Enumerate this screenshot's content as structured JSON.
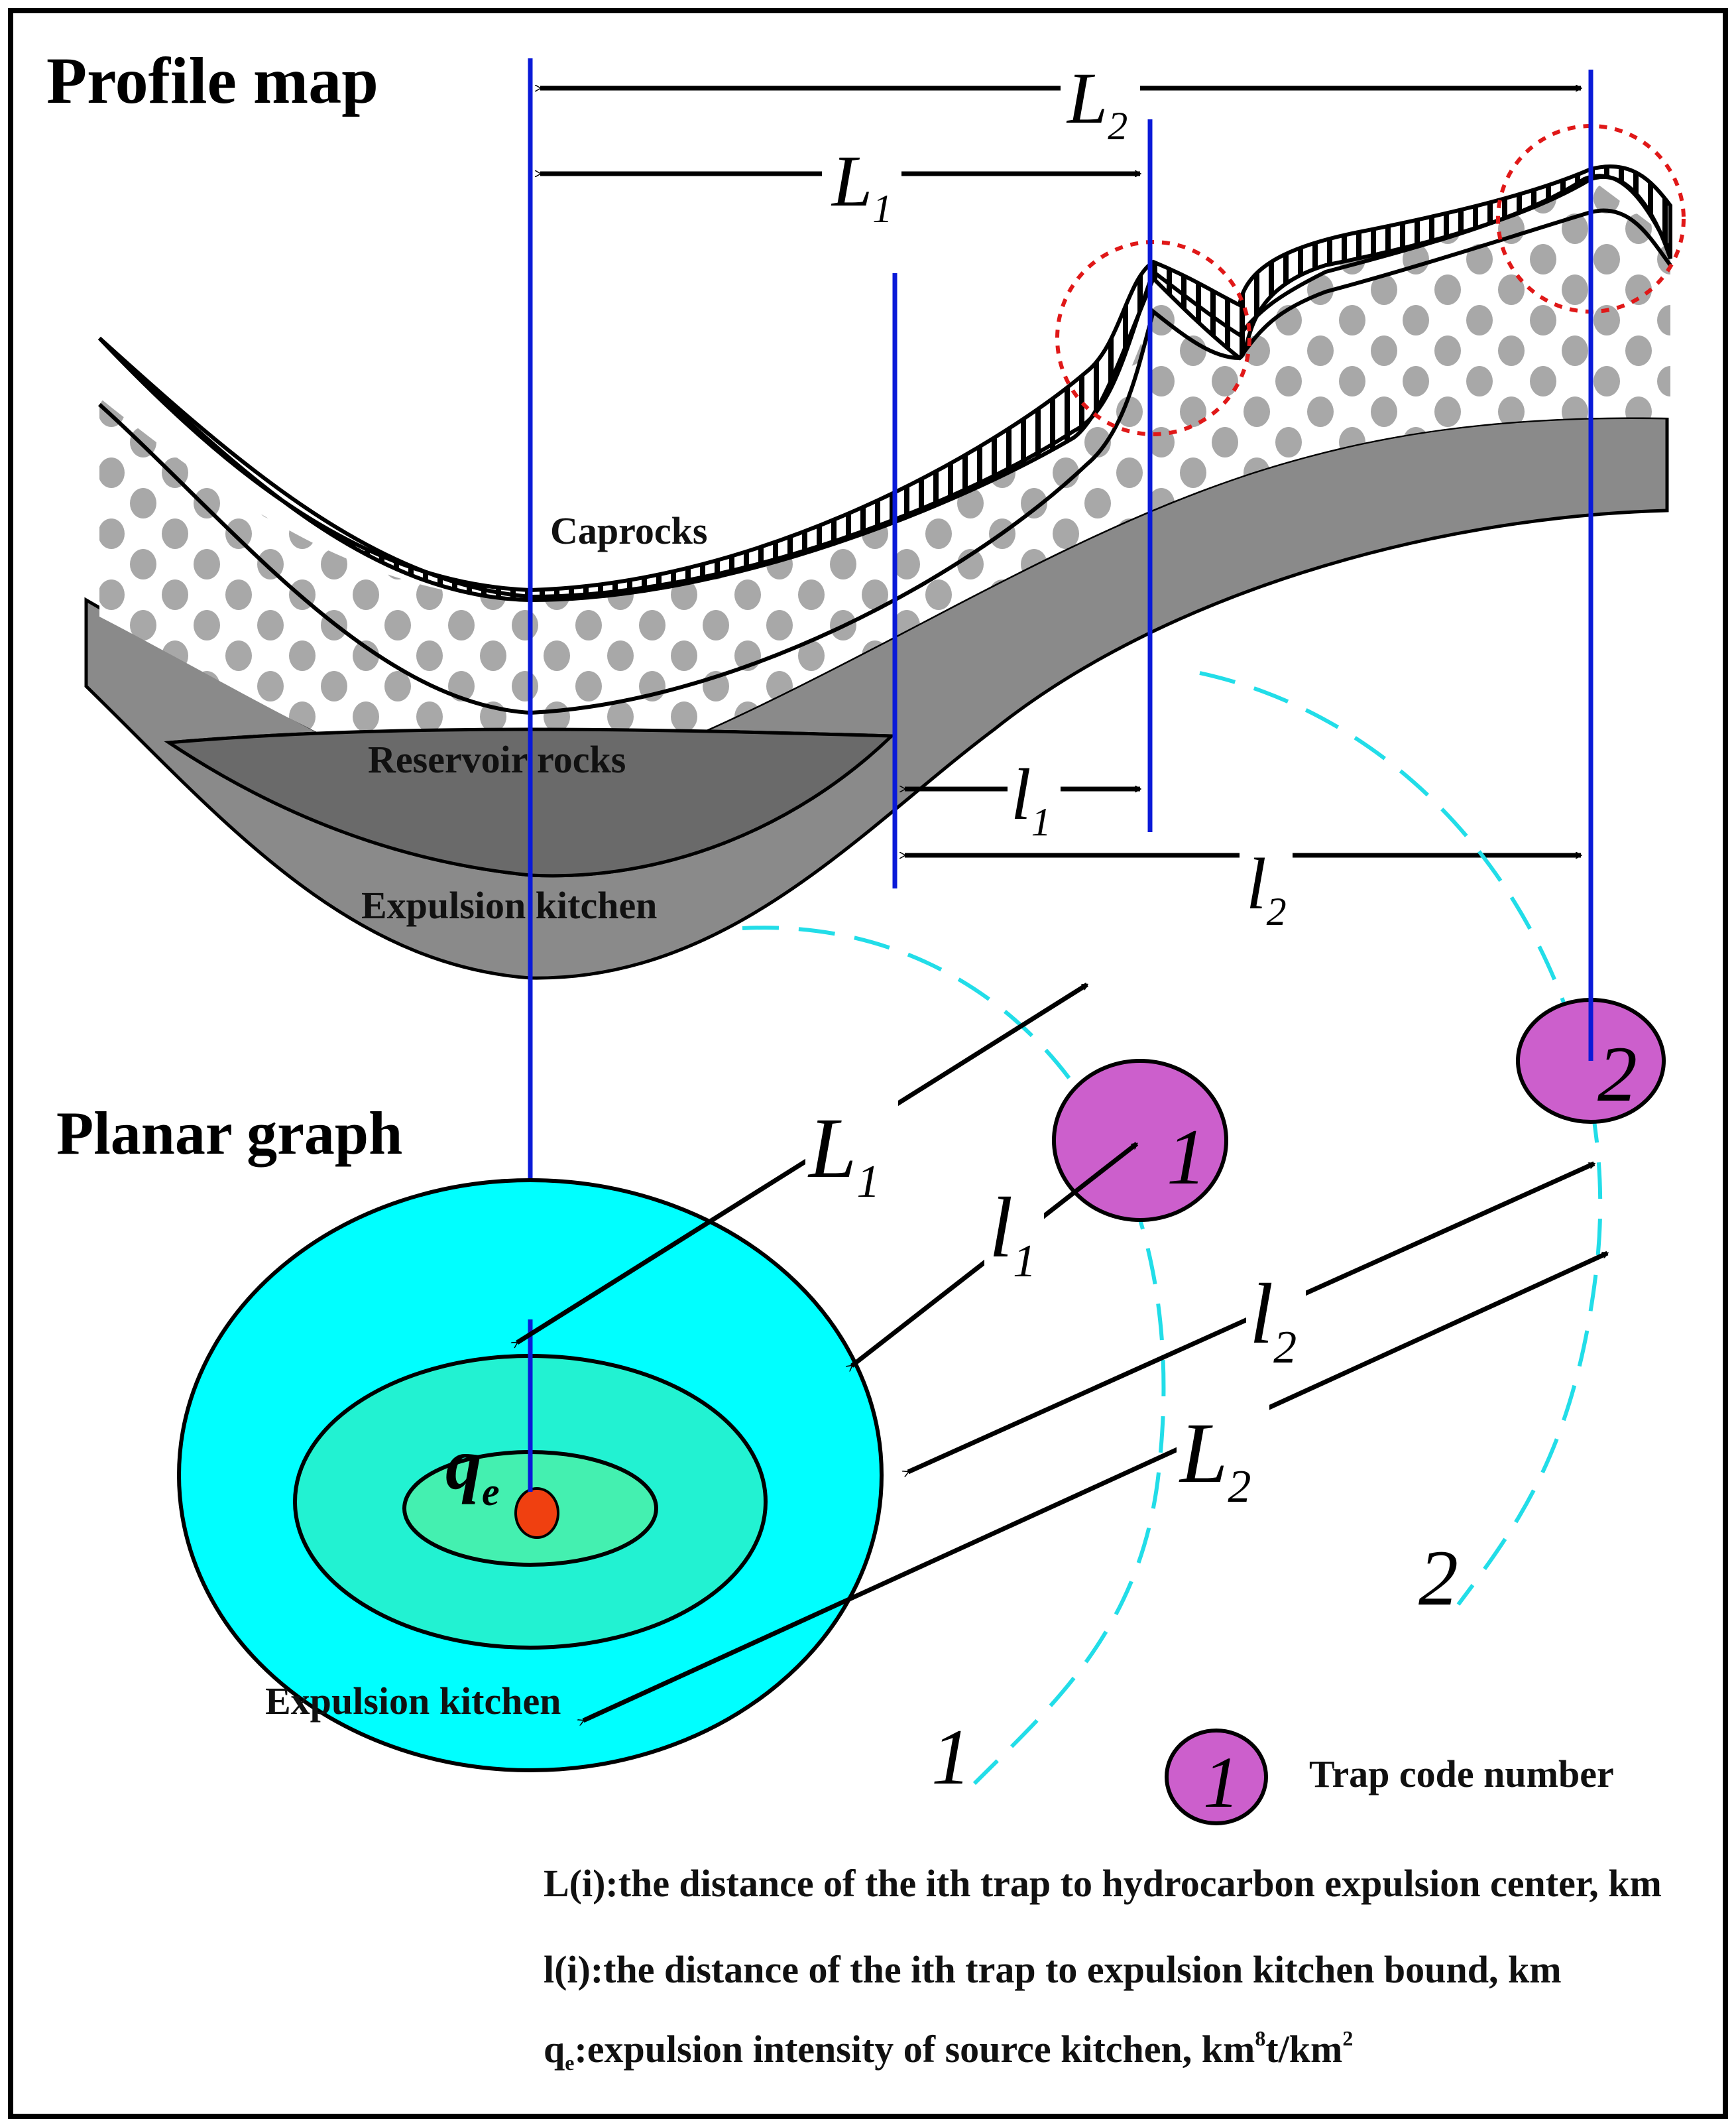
{
  "titles": {
    "profile": "Profile map",
    "planar": "Planar graph"
  },
  "profile_labels": {
    "caprocks": "Caprocks",
    "reservoir": "Reservoir rocks",
    "kitchen": "Expulsion kitchen"
  },
  "distance_labels": {
    "L1": {
      "main": "L",
      "sub": "1"
    },
    "L2": {
      "main": "L",
      "sub": "2"
    },
    "l1": {
      "main": "l",
      "sub": "1"
    },
    "l2": {
      "main": "l",
      "sub": "2"
    },
    "L1p": {
      "main": "L",
      "sub": "1"
    },
    "L2p": {
      "main": "L",
      "sub": "2"
    },
    "l1p": {
      "main": "l",
      "sub": "1"
    },
    "l2p": {
      "main": "l",
      "sub": "2"
    }
  },
  "planar_labels": {
    "qe_main": "q",
    "qe_sub": "e",
    "kitchen": "Expulsion kitchen",
    "trap1": "1",
    "trap2": "2",
    "arc1": "1",
    "arc2": "2"
  },
  "legend": {
    "trap_symbol": "1",
    "trap_text": "Trap code number",
    "L_def": "L(i):the distance of the ith trap to hydrocarbon expulsion center, km",
    "l_def": "l(i):the distance of the ith trap to expulsion kitchen bound, km",
    "qe_def_prefix": "q",
    "qe_def_sub": "e",
    "qe_def_mid": ":expulsion intensity of source kitchen, km",
    "qe_def_sup1": "8",
    "qe_def_mid2": "t/km",
    "qe_def_sup2": "2"
  },
  "colors": {
    "blue_line": "#0a1ad8",
    "cyan": "#00ffff",
    "cyan_dash": "#22dde8",
    "ring_mid": "#22f2d2",
    "ring_inner": "#44f0b0",
    "center": "#f04010",
    "trap": "#cc5fcc",
    "red_dash": "#e01818",
    "gray_layer": "#8a8a8a",
    "dark_layer": "#6a6a6a",
    "circle_fill": "#a8a8a8"
  }
}
